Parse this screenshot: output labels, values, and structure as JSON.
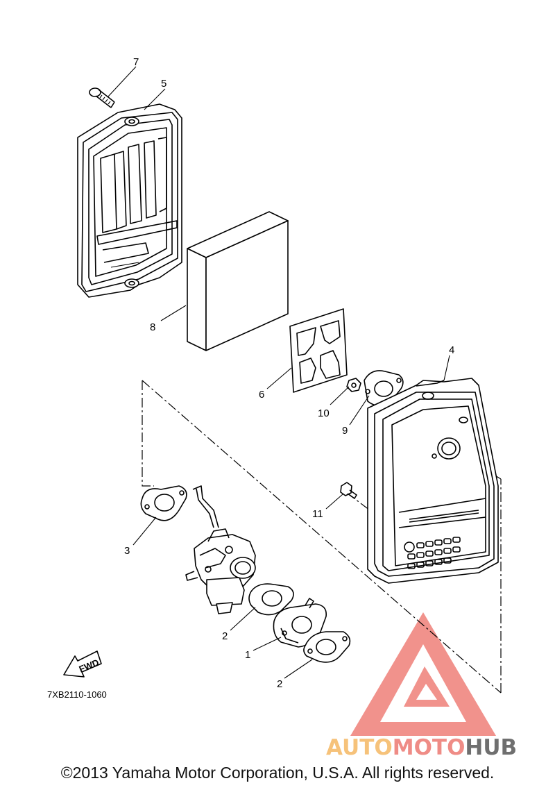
{
  "diagram": {
    "part_callouts": [
      {
        "id": "1",
        "label": "1"
      },
      {
        "id": "2a",
        "label": "2"
      },
      {
        "id": "2b",
        "label": "2"
      },
      {
        "id": "3",
        "label": "3"
      },
      {
        "id": "4",
        "label": "4"
      },
      {
        "id": "5",
        "label": "5"
      },
      {
        "id": "6",
        "label": "6"
      },
      {
        "id": "7",
        "label": "7"
      },
      {
        "id": "8",
        "label": "8"
      },
      {
        "id": "9",
        "label": "9"
      },
      {
        "id": "10",
        "label": "10"
      },
      {
        "id": "11",
        "label": "11"
      }
    ],
    "fwd_label": "FWD",
    "diagram_code": "7XB2110-1060"
  },
  "watermark": {
    "part1": "AUTO",
    "part2": "MOTO",
    "part3": "HUB",
    "colors": {
      "auto": "#f6c27a",
      "moto": "#ef8c86",
      "hub": "#6f6f6f",
      "triangle": "#ef7f78"
    }
  },
  "footer": {
    "copyright": "©2013 Yamaha Motor Corporation, U.S.A. All rights reserved."
  }
}
